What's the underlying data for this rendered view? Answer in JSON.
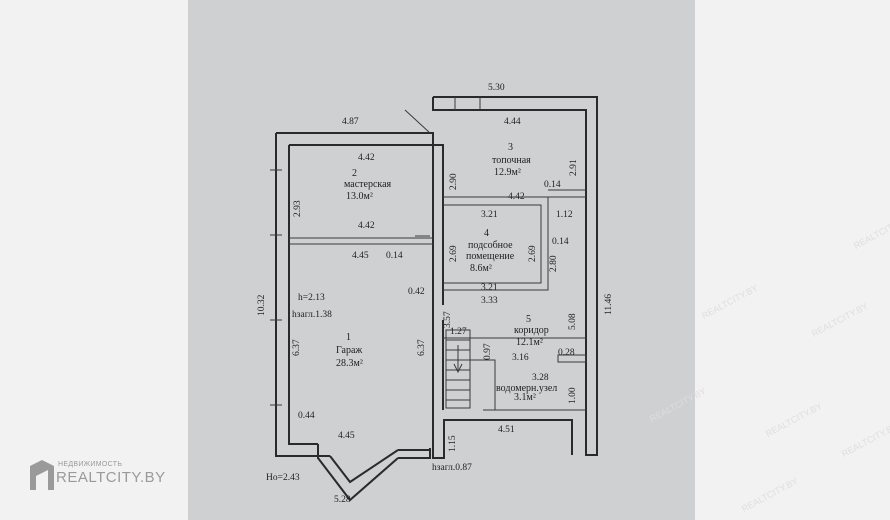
{
  "rooms": [
    {
      "number": "1",
      "name": "Гараж",
      "area": "28.3м²"
    },
    {
      "number": "2",
      "name": "мастерская",
      "area": "13.0м²"
    },
    {
      "number": "3",
      "name": "топочная",
      "area": "12.9м²"
    },
    {
      "number": "4",
      "name_line1": "подсобное",
      "name_line2": "помещение",
      "area": "8.6м²"
    },
    {
      "number": "5",
      "name": "коридор",
      "area": "12.1м²"
    },
    {
      "number": "",
      "name": "водомерн.узел",
      "area": "3.1м²"
    }
  ],
  "notes": {
    "h": "h=2.13",
    "hzagl1": "hзагл.1.38",
    "ho": "Hо=2.43",
    "hzagl2": "hзагл.0.87"
  },
  "dims": {
    "top_530": "5.30",
    "top_487": "4.87",
    "d_444": "4.44",
    "d_442a": "4.42",
    "d_442b": "4.42",
    "d_442c": "4.42",
    "d_293": "2.93",
    "d_290": "2.90",
    "d_291": "2.91",
    "d_014a": "0.14",
    "d_014b": "0.14",
    "d_014c": "0.14",
    "d_321a": "3.21",
    "d_321b": "3.21",
    "d_112": "1.12",
    "d_445a": "4.45",
    "d_445b": "4.45",
    "d_269a": "2.69",
    "d_269b": "2.69",
    "d_280": "2.80",
    "d_1032": "10.32",
    "d_1146": "11.46",
    "d_042": "0.42",
    "d_333": "3.33",
    "d_357": "3.57",
    "d_508": "5.08",
    "d_127": "1.27",
    "d_097": "0.97",
    "d_637a": "6.37",
    "d_637b": "6.37",
    "d_316": "3.16",
    "d_028": "0.28",
    "d_328": "3.28",
    "d_100": "1.00",
    "d_044": "0.44",
    "d_451": "4.51",
    "d_115": "1.15",
    "d_528": "5.28"
  },
  "watermark": {
    "small": "НЕДВИЖИМОСТЬ",
    "big": "REALTCITY.BY",
    "repeat": "REALTCITY.BY"
  }
}
